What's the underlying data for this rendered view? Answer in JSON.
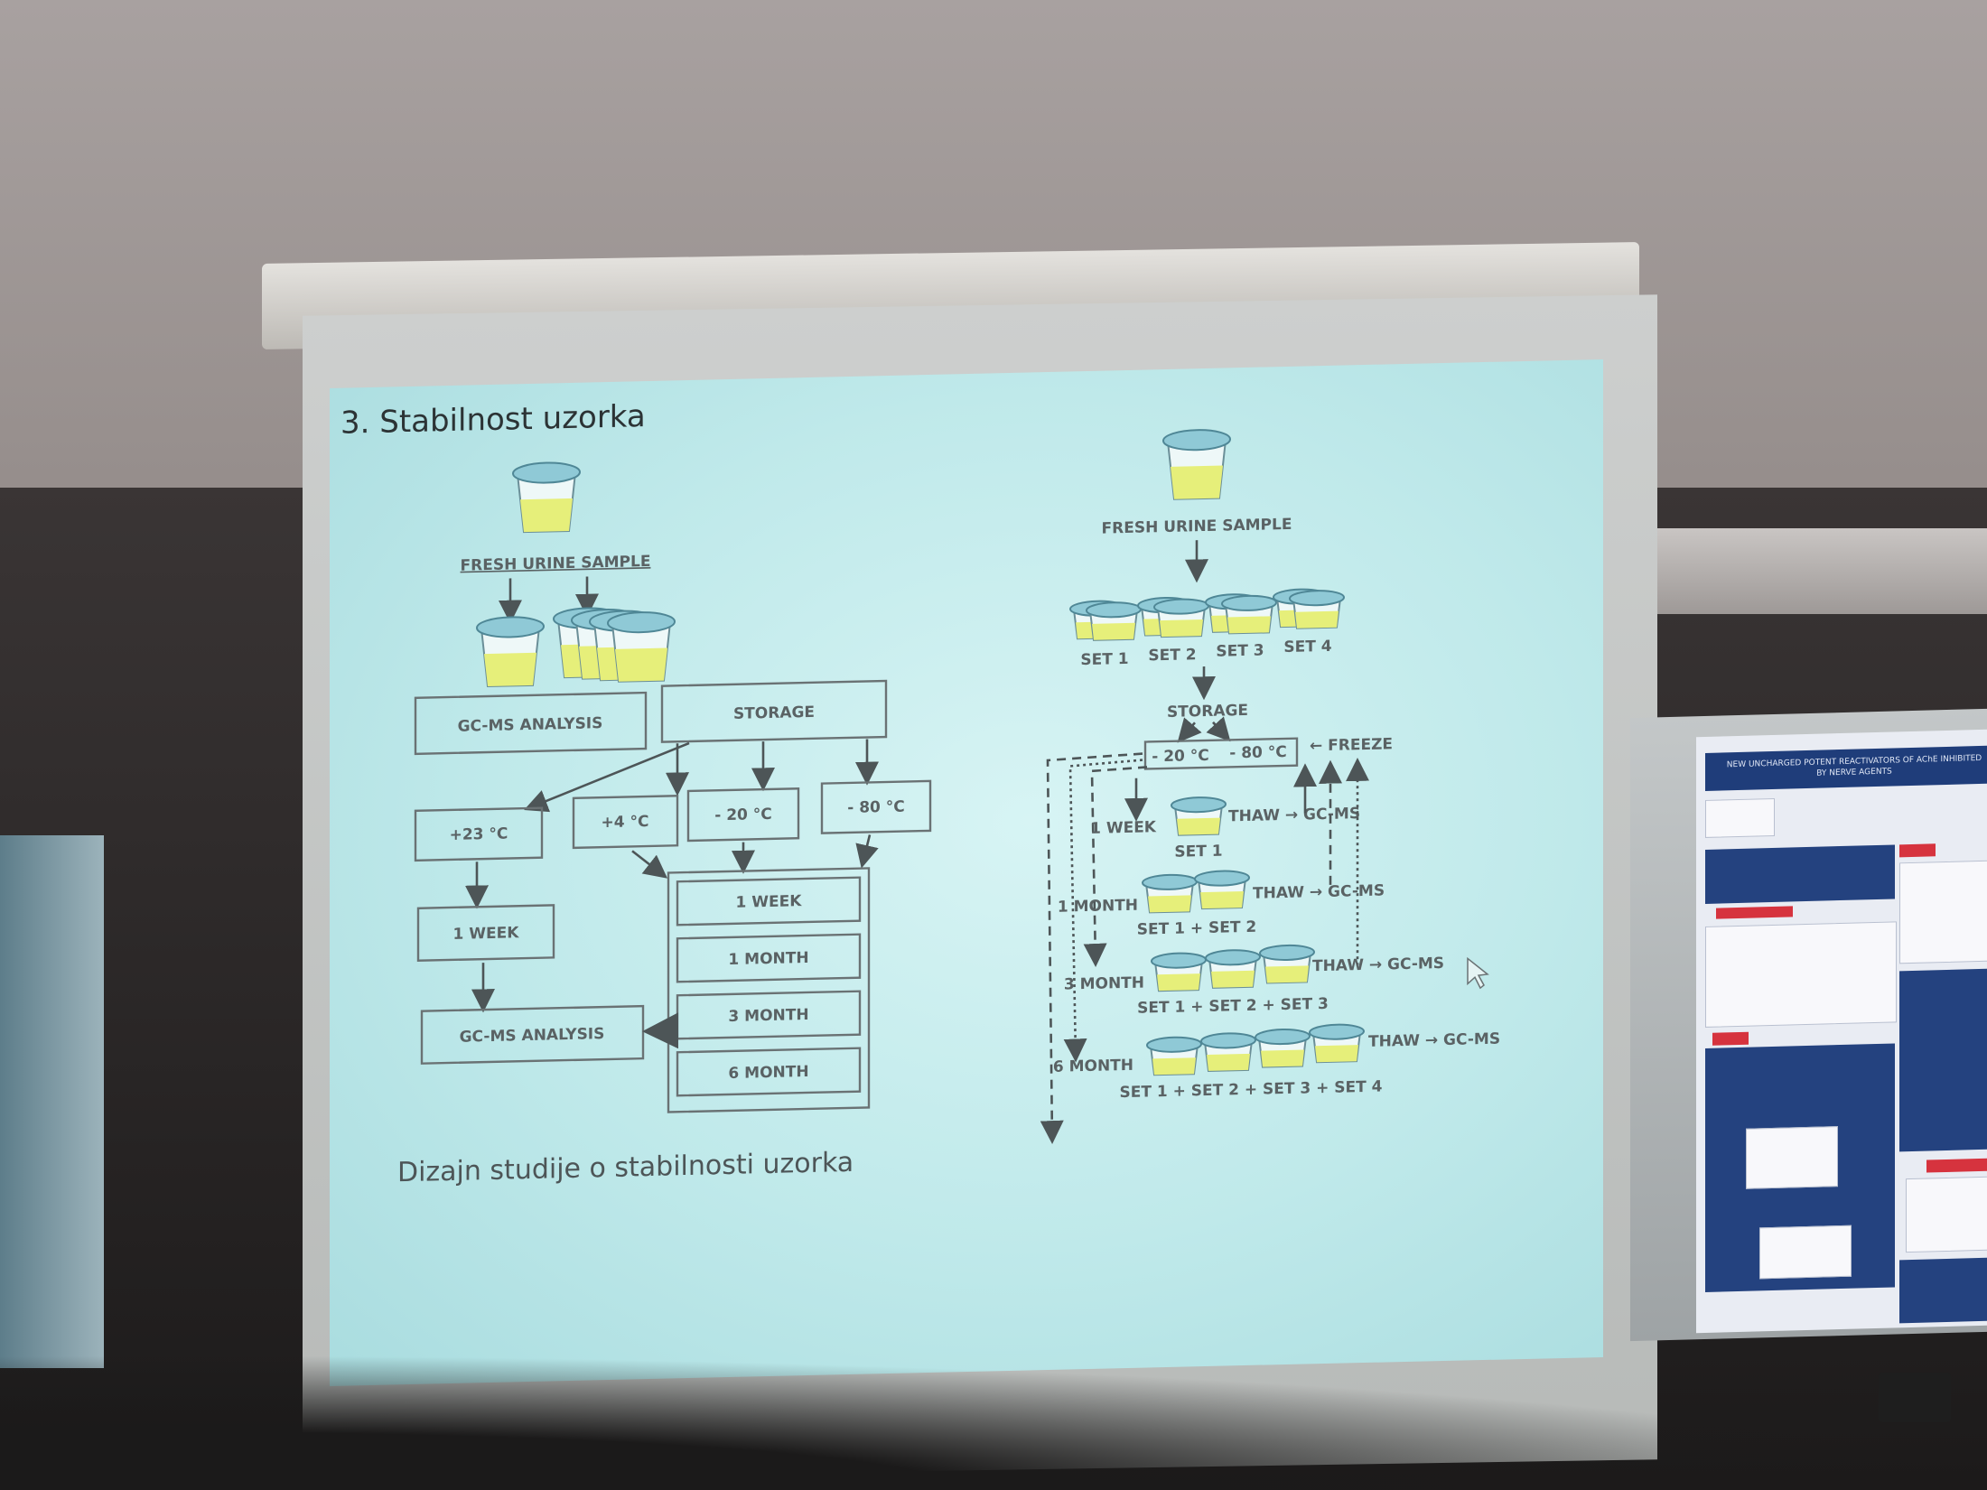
{
  "slide": {
    "title": "3. Stabilnost uzorka",
    "caption": "Dizajn studije o stabilnosti uzorka"
  },
  "left_diagram": {
    "fresh_sample": "FRESH URINE SAMPLE",
    "gcms_analysis_top": "GC-MS ANALYSIS",
    "storage": "STORAGE",
    "temps": [
      "+23 °C",
      "+4 °C",
      "- 20 °C",
      "- 80 °C"
    ],
    "week": "1 WEEK",
    "gcms_analysis_bottom": "GC-MS ANALYSIS",
    "durations": [
      "1 WEEK",
      "1 MONTH",
      "3 MONTH",
      "6 MONTH"
    ]
  },
  "right_diagram": {
    "fresh_sample": "FRESH URINE SAMPLE",
    "sets": [
      "SET 1",
      "SET 2",
      "SET 3",
      "SET 4"
    ],
    "storage": "STORAGE",
    "temp_minus20": "- 20 °C",
    "temp_minus80": "- 80 °C",
    "freeze": "← FREEZE",
    "rows": [
      {
        "duration": "1 WEEK",
        "sets": "SET 1",
        "action": "THAW → GC-MS"
      },
      {
        "duration": "1 MONTH",
        "sets": "SET 1 + SET 2",
        "action": "THAW → GC-MS"
      },
      {
        "duration": "3 MONTH",
        "sets": "SET 1 + SET 2 + SET 3",
        "action": "THAW → GC-MS"
      },
      {
        "duration": "6 MONTH",
        "sets": "SET 1 + SET 2 + SET 3 + SET 4",
        "action": "THAW → GC-MS"
      }
    ]
  },
  "poster": {
    "title": "NEW UNCHARGED POTENT REACTIVATORS OF AChE INHIBITED BY NERVE AGENTS"
  },
  "colors": {
    "slide_bg": "#c4ecec",
    "urine": "#e6ef7a",
    "cup_lid": "#6fb7c9",
    "poster_blue": "#24427f",
    "poster_red": "#d6333e"
  }
}
